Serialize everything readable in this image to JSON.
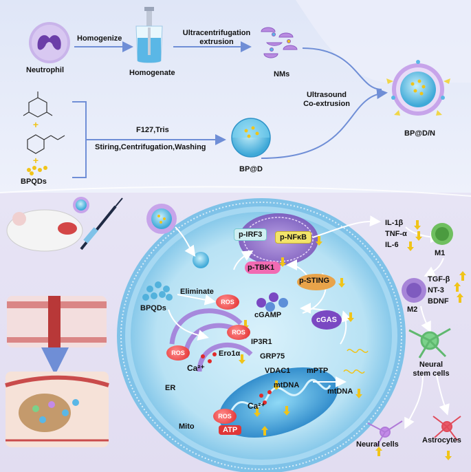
{
  "top": {
    "neutrophil": "Neutrophil",
    "homogenize": "Homogenize",
    "homogenate": "Homogenate",
    "ultracentrifugation": "Ultracentrifugation",
    "extrusion": "extrusion",
    "nms": "NMs",
    "ultrasound": "Ultrasound",
    "coextrusion": "Co-extrusion",
    "bpdn": "BP@D/N",
    "f127": "F127,Tris",
    "stiring": "Stiring,Centrifugation,Washing",
    "bpd": "BP@D",
    "bpqds": "BPQDs"
  },
  "cell": {
    "eliminate": "Eliminate",
    "ros": "ROS",
    "bpqds": "BPQDs",
    "p_irf3": "p-IRF3",
    "p_nfkb": "p-NFκB",
    "p_tbk1": "p-TBK1",
    "p_sting": "p-STING",
    "cgamp": "cGAMP",
    "cgas": "cGAS",
    "ip3r1": "IP3R1",
    "grp75": "GRP75",
    "vdac1": "VDAC1",
    "mptp": "mPTP",
    "ero1a": "Ero1α",
    "ca": "Ca²⁺",
    "mtdna": "mtDNA",
    "er": "ER",
    "mito": "Mito",
    "atp": "ATP"
  },
  "right": {
    "il1b": "IL-1β",
    "tnfa": "TNF-α",
    "il6": "IL-6",
    "m1": "M1",
    "tgfb": "TGF-β",
    "nt3": "NT-3",
    "bdnf": "BDNF",
    "m2": "M2",
    "neural": "Neural",
    "stem_cells": "stem cells",
    "neural_cells": "Neural cells",
    "astrocytes": "Astrocytes"
  },
  "colors": {
    "arrow_up": "#f0c419",
    "arrow_down": "#f0c419",
    "ros": "#e02a2a",
    "membrane": "#5aa7e0"
  }
}
